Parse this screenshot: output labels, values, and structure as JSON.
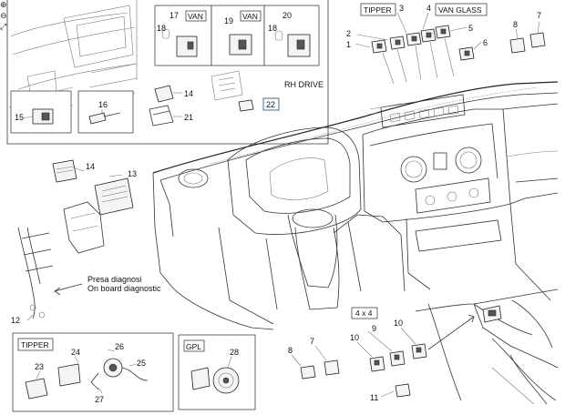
{
  "zoom_controls": {
    "zoom_in": "⊕",
    "zoom_out": "⊖",
    "expand": "⤢"
  },
  "labels": {
    "van_left": "VAN",
    "van_mid": "VAN",
    "rh_drive": "RH DRIVE",
    "tipper_top": "TIPPER",
    "van_glass": "VAN GLASS",
    "four_by_four": "4 x 4",
    "tipper_bottom": "TIPPER",
    "gpl": "GPL",
    "diagnostic_it": "Presa diagnosi",
    "diagnostic_en": "On board diagnostic"
  },
  "callouts": {
    "c1": "1",
    "c2": "2",
    "c3": "3",
    "c4": "4",
    "c5": "5",
    "c6": "6",
    "c7": "7",
    "c8": "8",
    "c9": "9",
    "c10a": "10",
    "c10b": "10",
    "c11": "11",
    "c12": "12",
    "c13": "13",
    "c14a": "14",
    "c14b": "14",
    "c15": "15",
    "c16": "16",
    "c17": "17",
    "c18": "18",
    "c19": "19",
    "c20": "20",
    "c21": "21",
    "c22": "22",
    "c23": "23",
    "c24": "24",
    "c25": "25",
    "c26": "26",
    "c27": "27",
    "c28": "28",
    "c7b": "7",
    "c8b": "8"
  },
  "colors": {
    "line": "#333333",
    "highlight_box": "#3a6ea5"
  }
}
